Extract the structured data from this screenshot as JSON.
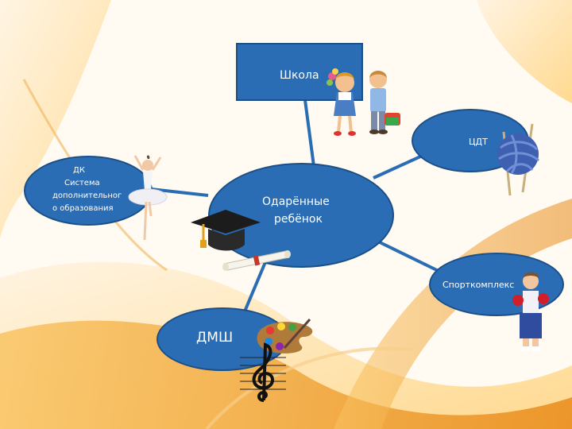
{
  "nodes": {
    "center": {
      "label_line1": "Одарённые",
      "label_line2": "ребёнок"
    },
    "school": {
      "label": "Школа"
    },
    "cdt": {
      "label": "ЦДТ"
    },
    "dk": {
      "line1": "ДК",
      "line2": "Система",
      "line3": "дополнительног",
      "line4": "о образования"
    },
    "sport": {
      "label": "Спорткомплекс"
    },
    "dmsh": {
      "label": "ДМШ"
    }
  },
  "colors": {
    "node_fill": "#2a6db5",
    "node_border": "#1b4f86",
    "connector": "#2a6db5",
    "background_accent": "#f3a634"
  },
  "icons": [
    "schoolchildren-icon",
    "yarn-ball-icon",
    "ballerina-icon",
    "graduation-cap-icon",
    "diploma-scroll-icon",
    "boxer-child-icon",
    "paint-palette-icon",
    "treble-clef-icon"
  ]
}
